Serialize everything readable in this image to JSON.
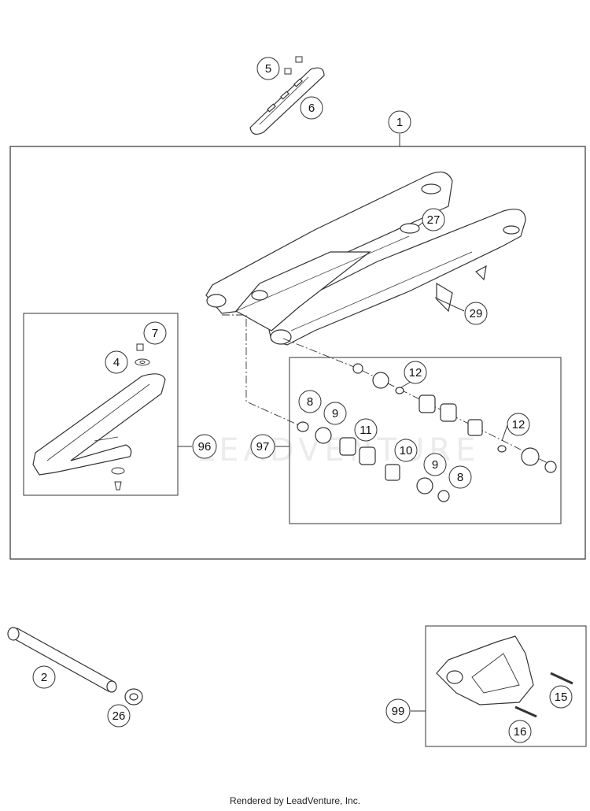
{
  "diagram": {
    "callouts": [
      {
        "id": "c1",
        "label": "1"
      },
      {
        "id": "c2",
        "label": "2"
      },
      {
        "id": "c4",
        "label": "4"
      },
      {
        "id": "c5",
        "label": "5"
      },
      {
        "id": "c6",
        "label": "6"
      },
      {
        "id": "c7",
        "label": "7"
      },
      {
        "id": "c8a",
        "label": "8"
      },
      {
        "id": "c8b",
        "label": "8"
      },
      {
        "id": "c9a",
        "label": "9"
      },
      {
        "id": "c9b",
        "label": "9"
      },
      {
        "id": "c10",
        "label": "10"
      },
      {
        "id": "c11",
        "label": "11"
      },
      {
        "id": "c12a",
        "label": "12"
      },
      {
        "id": "c12b",
        "label": "12"
      },
      {
        "id": "c15",
        "label": "15"
      },
      {
        "id": "c16",
        "label": "16"
      },
      {
        "id": "c26",
        "label": "26"
      },
      {
        "id": "c27",
        "label": "27"
      },
      {
        "id": "c29",
        "label": "29"
      },
      {
        "id": "c96",
        "label": "96"
      },
      {
        "id": "c97",
        "label": "97"
      },
      {
        "id": "c99",
        "label": "99"
      }
    ],
    "watermark": "LEADVENTURE"
  },
  "footer": {
    "credit": "Rendered by LeadVenture, Inc."
  }
}
